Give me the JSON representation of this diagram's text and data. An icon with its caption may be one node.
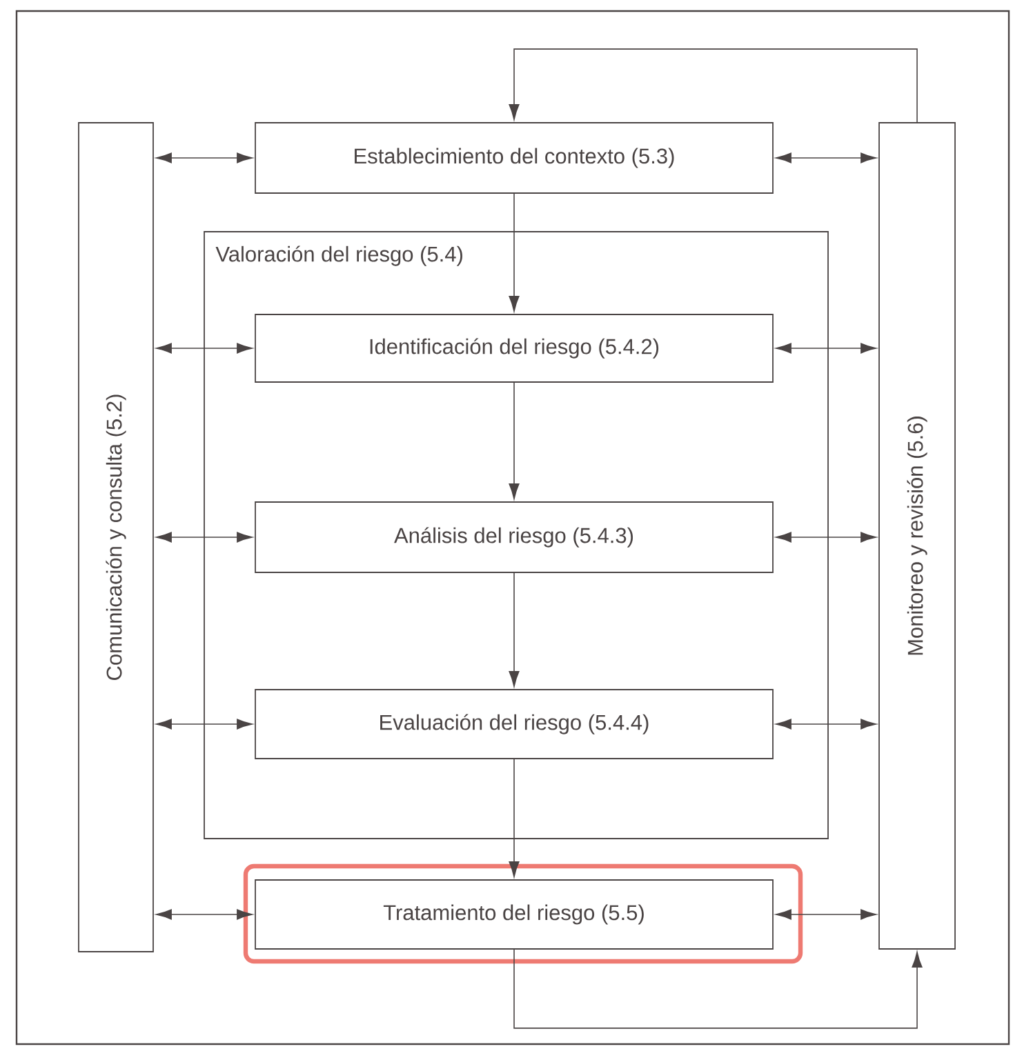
{
  "diagram": {
    "nodes": [
      {
        "text": [
          "Comunicación y consulta (5.2)"
        ]
      },
      {
        "text": [
          "Establecimiento del contexto (5.3)"
        ]
      },
      {
        "text": [
          "Valoración del riesgo (5.4)"
        ]
      },
      {
        "text": [
          "Identificación del riesgo (5.4.2)"
        ],
        "in": 2
      },
      {
        "text": [
          "Análisis del riesgo (5.4.3)"
        ],
        "in": 2
      },
      {
        "text": [
          "Evaluación del riesgo (5.4.4)"
        ],
        "in": 2
      },
      {
        "text": [
          "Tratamiento del riesgo (5.5)"
        ]
      },
      {
        "text": [
          "Monitoreo y revisión (5.6)"
        ]
      }
    ],
    "edges": [
      {
        "from": 0,
        "to": 1,
        "arrow": "both"
      },
      {
        "from": 1,
        "to": 7,
        "arrow": "both"
      },
      {
        "from": 7,
        "to": 1,
        "arrow": "to"
      },
      {
        "from": 1,
        "to": 3,
        "arrow": "to"
      },
      {
        "from": 0,
        "to": 3,
        "arrow": "both"
      },
      {
        "from": 3,
        "to": 7,
        "arrow": "both"
      },
      {
        "from": 3,
        "to": 4,
        "arrow": "to"
      },
      {
        "from": 0,
        "to": 4,
        "arrow": "both"
      },
      {
        "from": 4,
        "to": 7,
        "arrow": "both"
      },
      {
        "from": 4,
        "to": 5,
        "arrow": "to"
      },
      {
        "from": 0,
        "to": 5,
        "arrow": "both"
      },
      {
        "from": 5,
        "to": 7,
        "arrow": "both"
      },
      {
        "from": 5,
        "to": 6,
        "arrow": "to"
      },
      {
        "from": 0,
        "to": 6,
        "arrow": "both"
      },
      {
        "from": 6,
        "to": 7,
        "arrow": "both"
      },
      {
        "from": 6,
        "to": 7,
        "arrow": "to"
      }
    ]
  }
}
